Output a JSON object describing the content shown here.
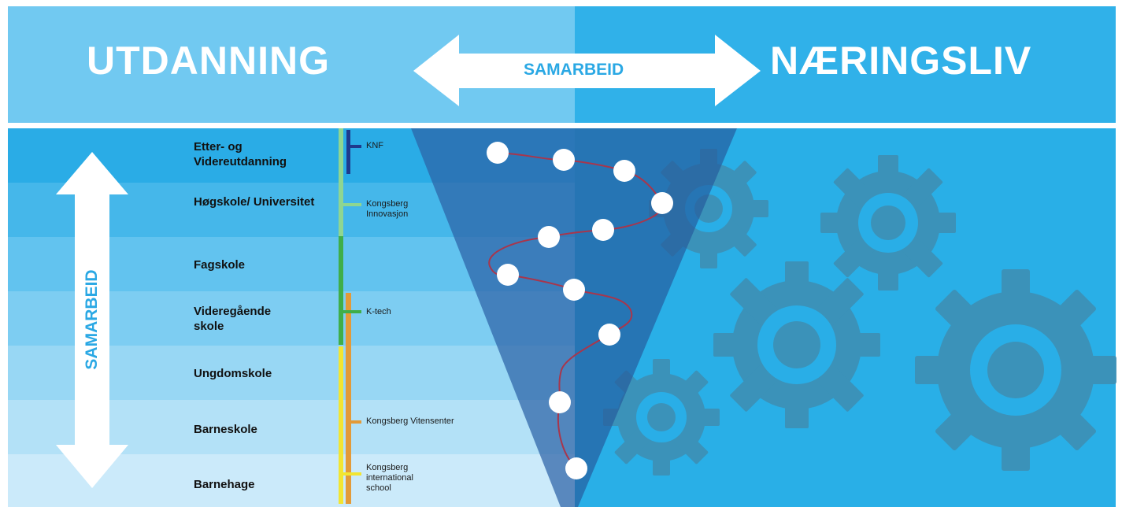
{
  "header": {
    "left_title": "UTDANNING",
    "right_title": "NÆRINGSLIV",
    "arrow_label": "SAMARBEID"
  },
  "vertical_arrow_label": "SAMARBEID",
  "levels": [
    "Etter- og Videreutdanning",
    "Høgskole/ Universitet",
    "Fagskole",
    "Videregående skole",
    "Ungdomskole",
    "Barneskole",
    "Barnehage"
  ],
  "institutions": [
    "KNF",
    "Kongsberg Innovasjon",
    "K-tech",
    "Kongsberg Vitensenter",
    "Kongsberg international school"
  ],
  "colors": {
    "header_left": "#70c8f0",
    "header_right": "#2fb0e8",
    "right_panel": "#2ab0e8",
    "funnel": "#2e65a8",
    "gear": "#3d8fb2",
    "accent_text": "#2aa8e4",
    "bar_navy": "#1f3a8c",
    "bar_lightgreen": "#8ed58e",
    "bar_green": "#3fae49",
    "bar_orange": "#e59a36",
    "bar_yellow": "#f2e530",
    "path": "#a8364c"
  }
}
